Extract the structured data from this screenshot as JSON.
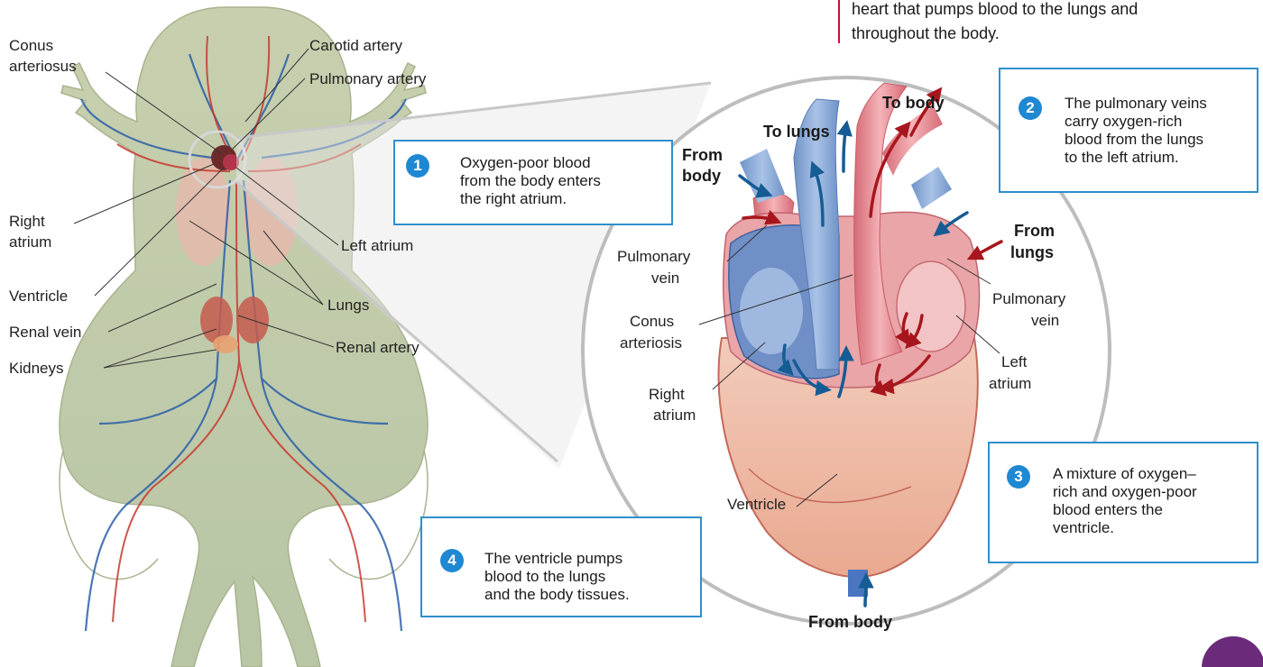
{
  "intro_text": {
    "line1": "heart that pumps blood to the lungs and",
    "line2": "throughout the body."
  },
  "frog_labels": {
    "conus_line1": "Conus",
    "conus_line2": "arteriosus",
    "carotid_artery": "Carotid artery",
    "pulmonary_artery": "Pulmonary artery",
    "right_atrium_line1": "Right",
    "right_atrium_line2": "atrium",
    "left_atrium": "Left atrium",
    "ventricle": "Ventricle",
    "lungs": "Lungs",
    "renal_vein": "Renal vein",
    "renal_artery": "Renal artery",
    "kidneys": "Kidneys"
  },
  "heart_labels": {
    "to_body": "To body",
    "to_lungs": "To lungs",
    "from_body_top_line1": "From",
    "from_body_top_line2": "body",
    "from_lungs_line1": "From",
    "from_lungs_line2": "lungs",
    "pulmonary_vein_left_line1": "Pulmonary",
    "pulmonary_vein_left_line2": "vein",
    "pulmonary_vein_right_line1": "Pulmonary",
    "pulmonary_vein_right_line2": "vein",
    "conus_line1": "Conus",
    "conus_line2": "arteriosis",
    "right_atrium_line1": "Right",
    "right_atrium_line2": "atrium",
    "left_atrium_line1": "Left",
    "left_atrium_line2": "atrium",
    "ventricle": "Ventricle",
    "from_body_bottom": "From body"
  },
  "callouts": [
    {
      "number": "1",
      "lines": [
        "Oxygen-poor blood",
        "from the body enters",
        "the right atrium."
      ]
    },
    {
      "number": "2",
      "lines": [
        "The pulmonary veins",
        "carry oxygen-rich",
        "blood from the lungs",
        "to the left atrium."
      ]
    },
    {
      "number": "3",
      "lines": [
        "A mixture of oxygen–",
        "rich and oxygen-poor",
        "blood enters the",
        "ventricle."
      ]
    },
    {
      "number": "4",
      "lines": [
        "The ventricle pumps",
        "blood to the lungs",
        "and the body tissues."
      ]
    }
  ],
  "colors": {
    "accent_red": "#c8102e",
    "callout_border": "#2f8fce",
    "number_badge": "#1e88d2",
    "oxygen_rich": "#a8161d",
    "oxygen_poor": "#155c94",
    "frog_skin": "#c9d1b2"
  }
}
